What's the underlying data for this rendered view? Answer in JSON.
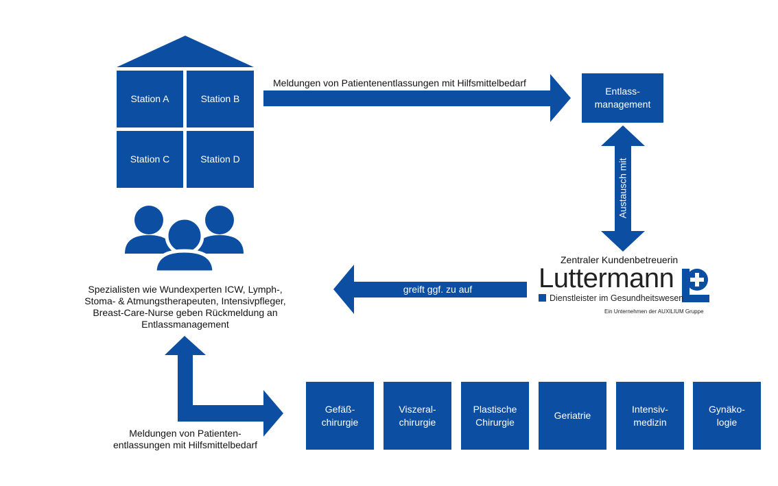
{
  "colors": {
    "primary": "#0b4ea2",
    "white": "#ffffff",
    "text": "#111111"
  },
  "stations": [
    "Station A",
    "Station B",
    "Station C",
    "Station D"
  ],
  "entlass": "Entlass-\nmanagement",
  "arrow_top_label": "Meldungen von Patientenentlassungen mit Hilfsmittelbedarf",
  "arrow_vertical_label": "Austausch mit",
  "arrow_left_label": "greift ggf. zu auf",
  "luttermann": {
    "heading": "Zentraler Kundenbetreuerin",
    "name": "Luttermann",
    "tagline": "Dienstleister im Gesundheitswesen",
    "group": "Ein Unternehmen der AUXILIUM Gruppe"
  },
  "specialists_text": "Spezialisten wie Wundexperten ICW, Lymph-,\nStoma- & Atmungstherapeuten, Intensivpfleger,\nBreast-Care-Nurse geben Rückmeldung an\nEntlassmanagement",
  "bottom_label": "Meldungen von Patienten-\nentlassungen mit Hilfsmittelbedarf",
  "departments": [
    "Gefäß-\nchirurgie",
    "Viszeral-\nchirurgie",
    "Plastische\nChirurgie",
    "Geriatrie",
    "Intensiv-\nmedizin",
    "Gynäko-\nlogie"
  ],
  "icons": {
    "people": "people-group-icon",
    "house": "house-roof-icon",
    "logo_mark": "luttermann-cross-logo-icon"
  }
}
